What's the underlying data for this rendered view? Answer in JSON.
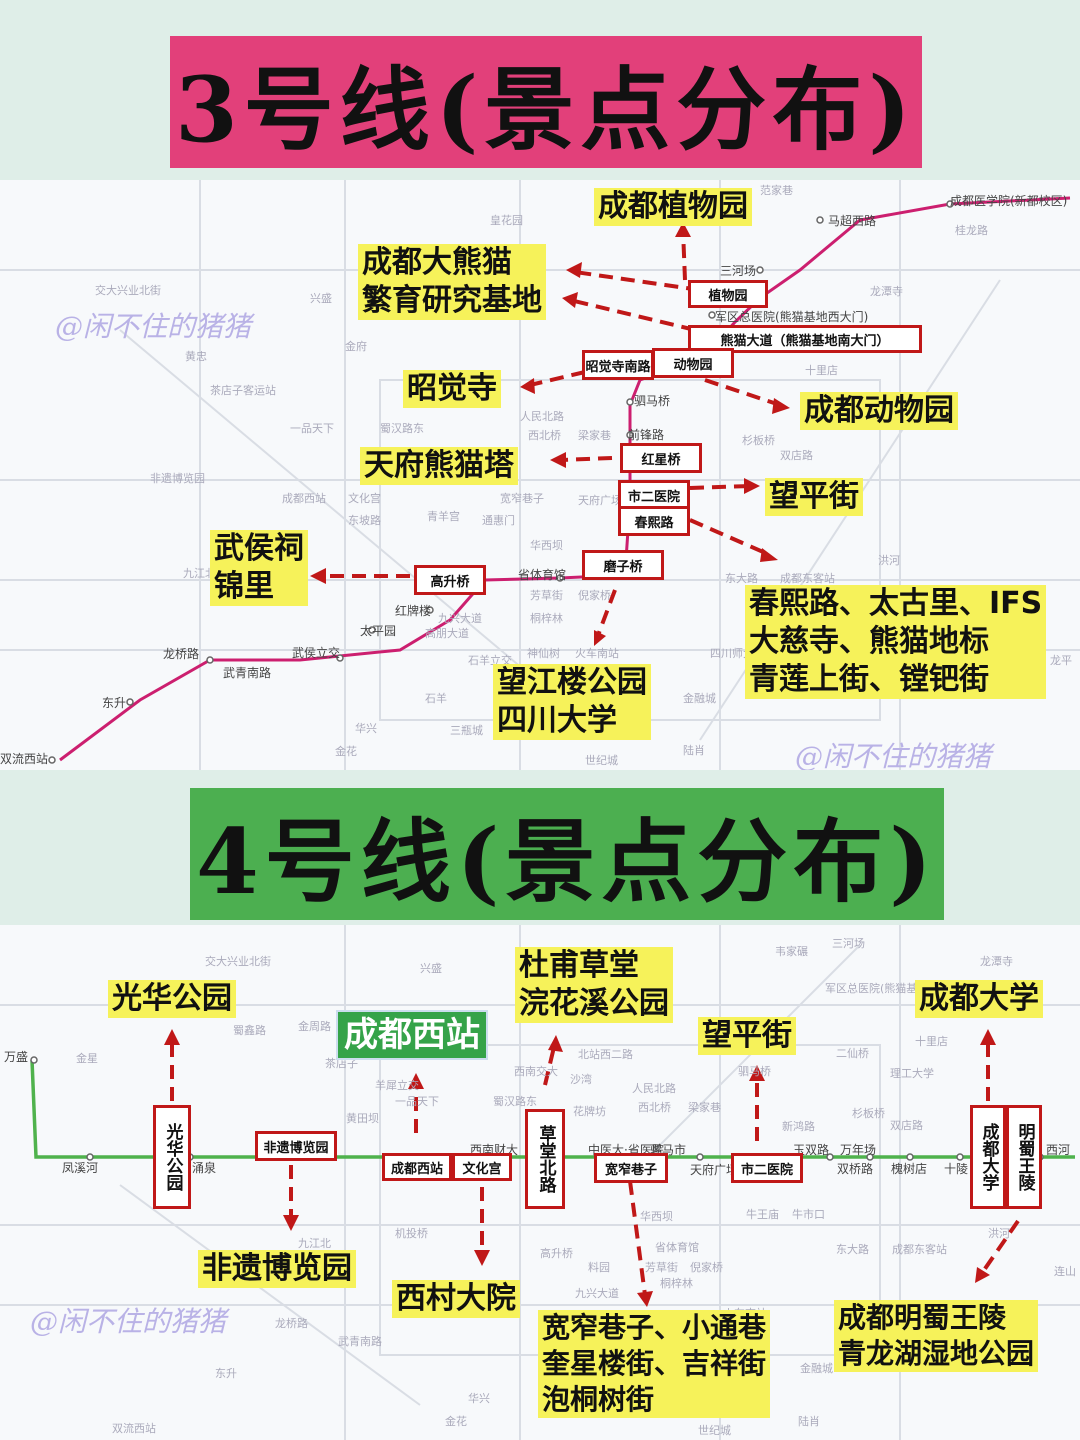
{
  "line3": {
    "title": "3号线(景点分布)",
    "watermark": "@闲不住的猪猪",
    "labels": {
      "botanical": "成都植物园",
      "panda": "成都大熊猫\n繁育研究基地",
      "zhaojue": "昭觉寺",
      "zoo": "成都动物园",
      "tianfu": "天府熊猫塔",
      "wangping": "望平街",
      "wuhou": "武侯祠\n锦里",
      "chunxi": "春熙路、太古里、IFS\n大慈寺、熊猫地标\n青莲上街、镗钯街",
      "wangjiang": "望江楼公园\n四川大学"
    },
    "boxes": {
      "zhiwuyuan": "植物园",
      "xiongmao": "熊猫大道（熊猫基地南大门）",
      "zhaojuesinan": "昭觉寺南路",
      "dongwuyuan": "动物园",
      "hongxingqiao": "红星桥",
      "shieryiyuan": "市二医院",
      "chunxilu": "春熙路",
      "mozi": "磨子桥",
      "gaosheng": "高升桥"
    },
    "stations": {
      "sanhe": "三河场",
      "junqu": "军区总医院(熊猫基地西大门)",
      "mazhao": "马超西路",
      "yixue": "成都医学院(新都校区)",
      "simaqiao": "驷马桥",
      "qianfeng": "前锋路",
      "shengtiyu": "省体育馆",
      "hongpai": "红牌楼",
      "taipingyuan": "太平园",
      "wuhoulijiao": "武侯立交",
      "longqiao": "龙桥路",
      "wuqingnan": "武青南路",
      "dongsheng": "东升",
      "shuangliu": "双流西站"
    },
    "background": [
      "皇花园",
      "范家巷",
      "桂龙路",
      "龙潭寺",
      "交大兴业北街",
      "兴盛",
      "金府",
      "黄忠",
      "人民北路",
      "茶店子客运站",
      "一品天下",
      "蜀汉路东",
      "西北桥",
      "梁家巷",
      "非遗博览园",
      "成都西站",
      "文化宫",
      "东坡路",
      "青羊宫",
      "通惠门",
      "宽窄巷子",
      "天府广场",
      "华西坝",
      "芳草街",
      "倪家桥",
      "桐梓林",
      "神仙树",
      "火车南站",
      "九兴大道",
      "高朋大道",
      "石羊立交",
      "金融城",
      "石羊",
      "三瓶城",
      "华兴",
      "陆肖",
      "世纪城",
      "金花",
      "洪河",
      "东大路",
      "成都东客站",
      "四川师大",
      "龙平",
      "双店路",
      "十里店",
      "杉板桥",
      "九江北"
    ]
  },
  "line4": {
    "title": "4号线(景点分布)",
    "watermark": "@闲不住的猪猪",
    "labels": {
      "guanghua": "光华公园",
      "chengduxizhan": "成都西站",
      "dufu": "杜甫草堂\n浣花溪公园",
      "wangping": "望平街",
      "chengdudaxue": "成都大学",
      "feiyi": "非遗博览园",
      "xicun": "西村大院",
      "kuanzhai": "宽窄巷子、小通巷\n奎星楼街、吉祥街\n泡桐树街",
      "mingshu": "成都明蜀王陵\n青龙湖湿地公园"
    },
    "boxes": {
      "guanghuagongyuan": "光华公园",
      "feiyibolanyuan": "非遗博览园",
      "xizhan": "成都西站",
      "wenhuagong": "文化宫",
      "caotang": "草堂北路",
      "kuanzhaixiangzi": "宽窄巷子",
      "shieryiyuan": "市二医院",
      "chengdudaxue": "成都大学",
      "mingshuwangling": "明蜀王陵"
    },
    "stations": {
      "wansheng": "万盛",
      "fengxihe": "凤溪河",
      "yongquan": "涌泉",
      "xinancaida": "西南财大",
      "zhongyida": "中医大·省医院",
      "luomashi": "骡马市",
      "tianfu": "天府广场",
      "yushuang": "玉双路",
      "shuangqiao": "双桥路",
      "wannianchang": "万年场",
      "huaishudian": "槐树店",
      "shiling": "十陵",
      "xihe": "西河"
    },
    "background": [
      "交大兴业北街",
      "兴盛",
      "韦家碾",
      "三河场",
      "龙潭寺",
      "军区总医院(熊猫基地)",
      "金周路",
      "蜀鑫路",
      "金星",
      "羊犀立交",
      "黄田坝",
      "机投桥",
      "九江北",
      "龙桥路",
      "武青南路",
      "东升",
      "双流西站",
      "茶店子",
      "一品天下",
      "蜀汉路东",
      "西南交大",
      "沙湾",
      "北站西二路",
      "人民北路",
      "西北桥",
      "梁家巷",
      "花牌坊",
      "驷马桥",
      "新鸿路",
      "杉板桥",
      "十里店",
      "二仙桥",
      "理工大学",
      "双店路",
      "东大路",
      "成都东客站",
      "高升桥",
      "华西坝",
      "省体育馆",
      "倪家桥",
      "料园",
      "芳草街",
      "桐梓林",
      "金融城",
      "火车南站",
      "九兴大道",
      "华兴",
      "金花",
      "陆肖",
      "世纪城",
      "牛王庙",
      "牛市口",
      "洪河",
      "连山"
    ]
  },
  "colors": {
    "line3": "#cc1f6f",
    "line4": "#4fb24c",
    "highlight": "#f6f25a",
    "box_border": "#c01818",
    "arrow": "#c01818"
  }
}
